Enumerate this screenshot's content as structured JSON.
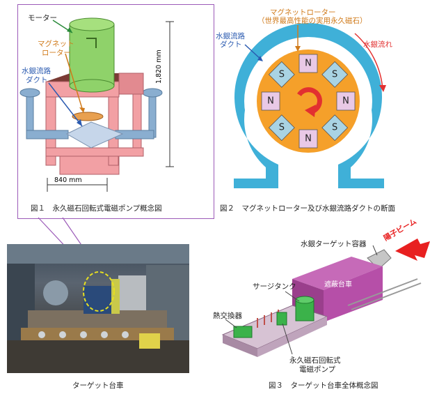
{
  "fig1": {
    "caption": "図１　永久磁石回転式電磁ポンプ概念図",
    "labels": {
      "motor": "モーター",
      "rotor_line1": "マグネット",
      "rotor_line2": "ローター",
      "duct_line1": "水銀流路",
      "duct_line2": "ダクト",
      "height_dim": "1,820 mm",
      "width_dim": "840 mm"
    },
    "colors": {
      "motor": "#8fd26a",
      "frame": "#f2a0a4",
      "top_plate": "#7a3b35",
      "pipe": "#8aaed0",
      "rotor": "#e8a050"
    }
  },
  "fig2": {
    "caption": "図２　マグネットローター及び水銀流路ダクトの断面",
    "labels": {
      "rotor_line1": "マグネットローター",
      "rotor_line2": "（世界最高性能の実用永久磁石）",
      "duct_line1": "水銀流路",
      "duct_line2": "ダクト",
      "flow": "水銀流れ"
    },
    "magnets": [
      {
        "pole": "N"
      },
      {
        "pole": "S"
      },
      {
        "pole": "N"
      },
      {
        "pole": "S"
      },
      {
        "pole": "N"
      },
      {
        "pole": "S"
      },
      {
        "pole": "N"
      },
      {
        "pole": "S"
      }
    ],
    "colors": {
      "duct": "#3fb0d8",
      "rotor": "#f5a02a",
      "magnet_n": "#e9c9e6",
      "magnet_s": "#a9d3e3",
      "arrow": "#e23030"
    }
  },
  "photo": {
    "caption": "ターゲット台車"
  },
  "fig3": {
    "caption": "図３　ターゲット台車全体概念図",
    "labels": {
      "target_vessel": "水銀ターゲット容器",
      "proton_beam": "陽子ビーム",
      "shield_cart": "遮蔽台車",
      "surge_tank": "サージタンク",
      "heat_exchanger": "熱交換器",
      "pump_line1": "永久磁石回転式",
      "pump_line2": "電磁ポンプ"
    },
    "colors": {
      "cart": "#b64fa8",
      "tank": "#3bb24a",
      "beam": "#e82020"
    }
  }
}
